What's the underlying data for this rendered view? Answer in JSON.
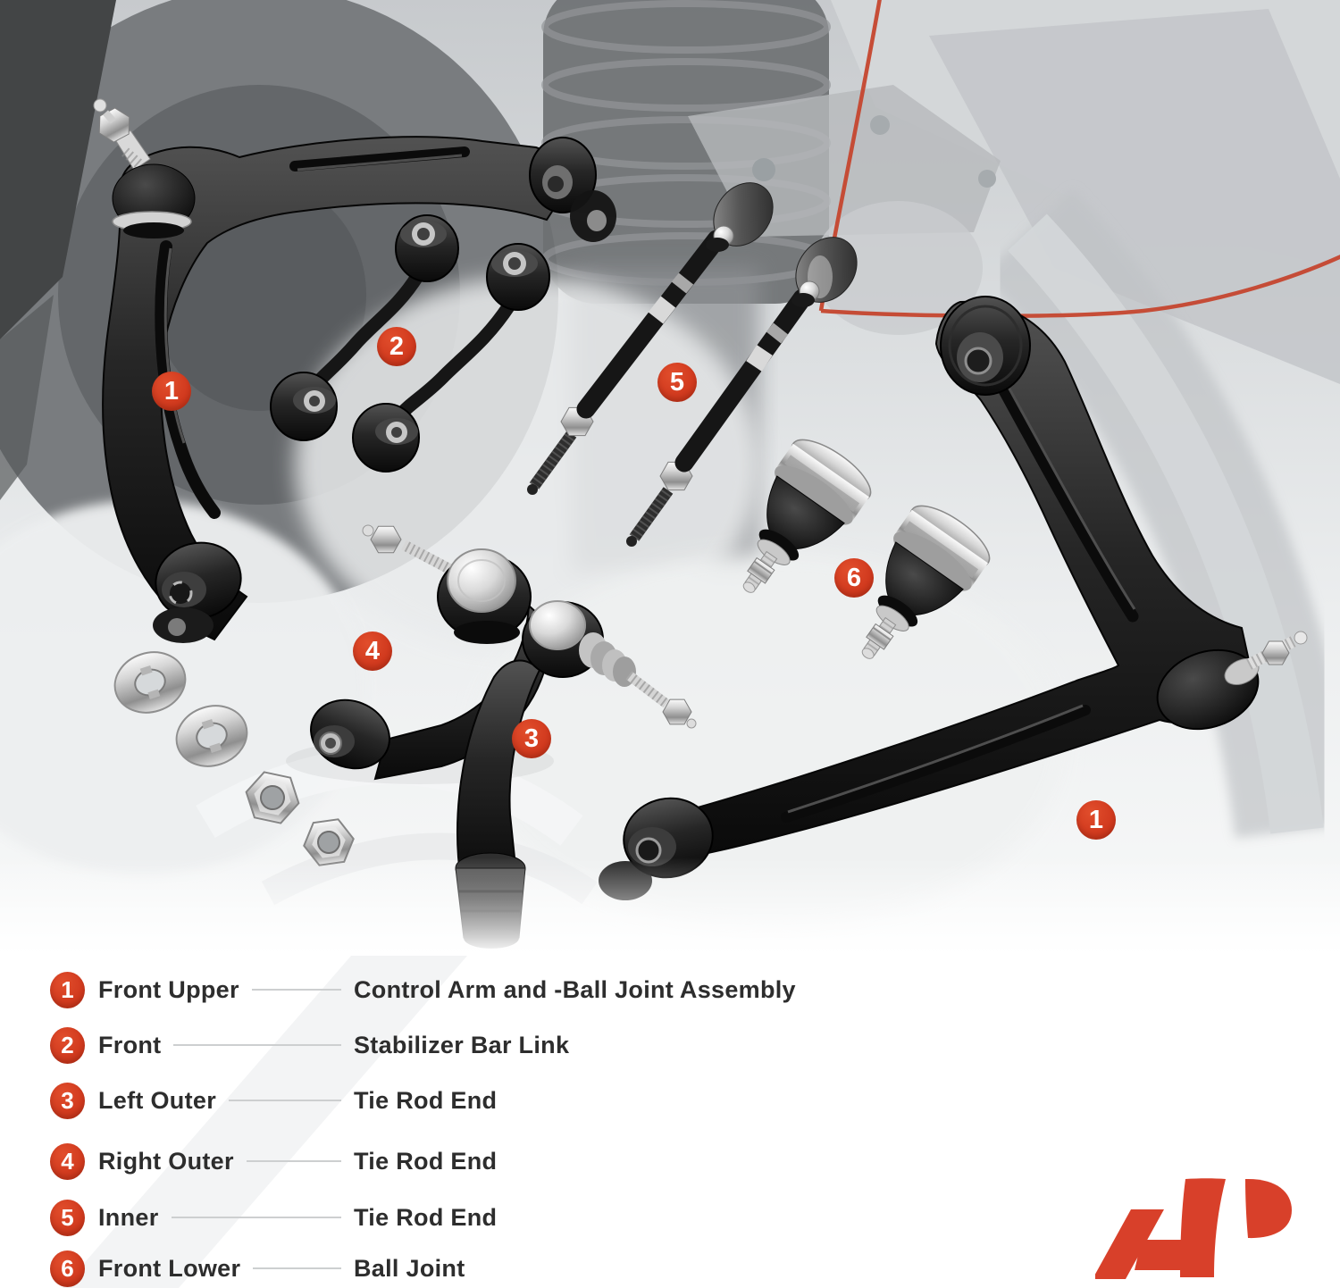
{
  "figure": {
    "badges": [
      {
        "n": "1"
      },
      {
        "n": "2"
      },
      {
        "n": "5"
      },
      {
        "n": "6"
      },
      {
        "n": "4"
      },
      {
        "n": "3"
      },
      {
        "n": "1"
      }
    ],
    "parts": [
      "upper-control-arm-left",
      "stabilizer-bar-link-pair",
      "inner-tie-rod-pair",
      "ball-joint-pair",
      "tie-rod-end-right-outer",
      "tie-rod-end-left-outer",
      "upper-control-arm-right",
      "lock-washers",
      "hex-nuts"
    ]
  },
  "legend": {
    "rows": [
      {
        "num": "1",
        "label": "Front Upper",
        "desc": "Control Arm and -Ball Joint Assembly"
      },
      {
        "num": "2",
        "label": "Front",
        "desc": "Stabilizer Bar Link"
      },
      {
        "num": "3",
        "label": "Left Outer",
        "desc": "Tie Rod End"
      },
      {
        "num": "4",
        "label": "Right Outer",
        "desc": "Tie Rod End"
      },
      {
        "num": "5",
        "label": "Inner",
        "desc": "Tie Rod End"
      },
      {
        "num": "6",
        "label": "Front Lower",
        "desc": "Ball Joint"
      }
    ]
  },
  "colors": {
    "badge_red": "#d23b1f",
    "callout_red": "#c5462e",
    "logo_red": "#d8402a",
    "text_dark": "#2d2d2d",
    "divider_gray": "#cdcfd0"
  },
  "logo": {
    "name": "A-Premium mark"
  }
}
